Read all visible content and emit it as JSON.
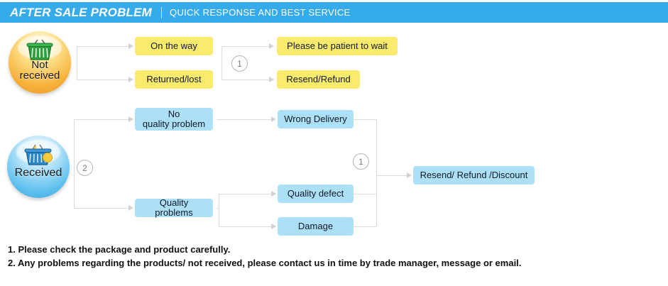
{
  "header": {
    "title": "AFTER SALE PROBLEM",
    "divider": "|",
    "subtitle": "QUICK RESPONSE AND BEST SERVICE",
    "bar_color": "#35abec"
  },
  "palette": {
    "yellow_box": "#fbeb6d",
    "blue_box": "#ace0f7",
    "connector": "#dcdcdc",
    "badge_orange": "#f6b13a",
    "badge_blue": "#5fc0ee"
  },
  "badges": [
    {
      "id": "not-received",
      "label": "Not\nreceived",
      "icon": "shopping-basket-icon",
      "color": "#f6b13a"
    },
    {
      "id": "received",
      "label": "Received",
      "icon": "shopping-basket-icon",
      "color": "#5fc0ee"
    }
  ],
  "flow_not_received": {
    "stage1": [
      {
        "label": "On the way"
      },
      {
        "label": "Returned/lost"
      }
    ],
    "stage2": [
      {
        "label": "Please be patient to wait"
      },
      {
        "label": "Resend/Refund"
      }
    ],
    "marker": "1"
  },
  "flow_received": {
    "marker_root": "2",
    "stage1": [
      {
        "label": "No\nquality problem"
      },
      {
        "label": "Quality problems"
      }
    ],
    "stage2": [
      {
        "label": "Wrong Delivery"
      },
      {
        "label": "Quality defect"
      },
      {
        "label": "Damage"
      }
    ],
    "marker_merge": "1",
    "outcome": {
      "label": "Resend/ Refund /Discount"
    }
  },
  "notes": [
    "1. Please check the package and product carefully.",
    "2. Any problems regarding the products/ not received, please contact us in time by trade manager, message or email."
  ]
}
